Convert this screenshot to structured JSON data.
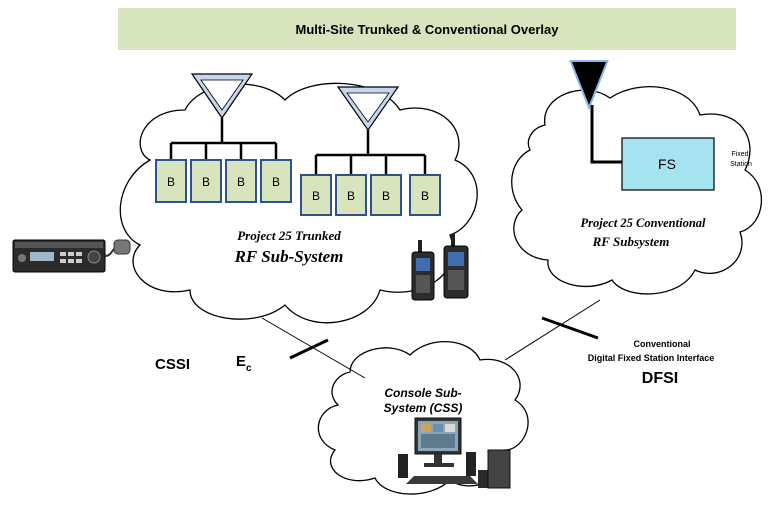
{
  "title": "Multi-Site Trunked & Conventional Overlay",
  "trunked": {
    "line1": "Project 25 Trunked",
    "line2": "RF Sub-System",
    "base_label": "B"
  },
  "conventional": {
    "line1": "Project 25 Conventional",
    "line2": "RF Subsystem",
    "fs_label": "FS",
    "fixed_line1": "Fixed",
    "fixed_line2": "Station"
  },
  "console": {
    "line1": "Console Sub-",
    "line2": "System (CSS)"
  },
  "interfaces": {
    "cssi": "CSSI",
    "ec_main": "E",
    "ec_sub": "c",
    "conv_line1": "Conventional",
    "conv_line2": "Digital Fixed  Station Interface",
    "dfsi": "DFSI"
  },
  "colors": {
    "banner": "#d7e4bd",
    "base_fill": "#d7e4bd",
    "base_stroke": "#2f528f",
    "fs_fill": "#a5e3f0",
    "antenna_fill": "#c7d6ea"
  }
}
